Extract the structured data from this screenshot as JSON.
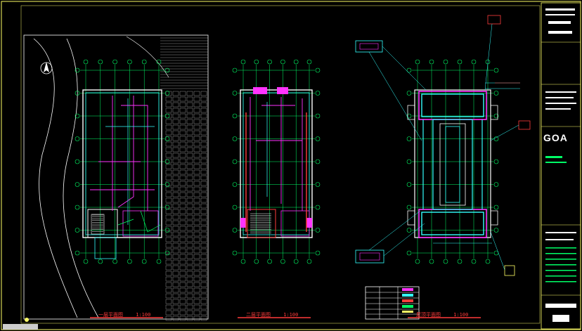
{
  "title_block": {
    "logo": "GOA",
    "colors": {
      "frame": "#ffff66",
      "text": "#ffffff",
      "accent": "#00ff66"
    }
  },
  "drawings": [
    {
      "title": "一层平面图",
      "scale": "1:100"
    },
    {
      "title": "二层平面图",
      "scale": "1:100"
    },
    {
      "title": "屋顶平面图",
      "scale": "1:100"
    }
  ],
  "colors": {
    "grid": "#00ff66",
    "walls": "#ffffff",
    "pipes": "#ff33ff",
    "ducts": "#33ffff",
    "hatch": "#cccccc",
    "frame": "#ffff66",
    "title": "#ff3b3b"
  }
}
